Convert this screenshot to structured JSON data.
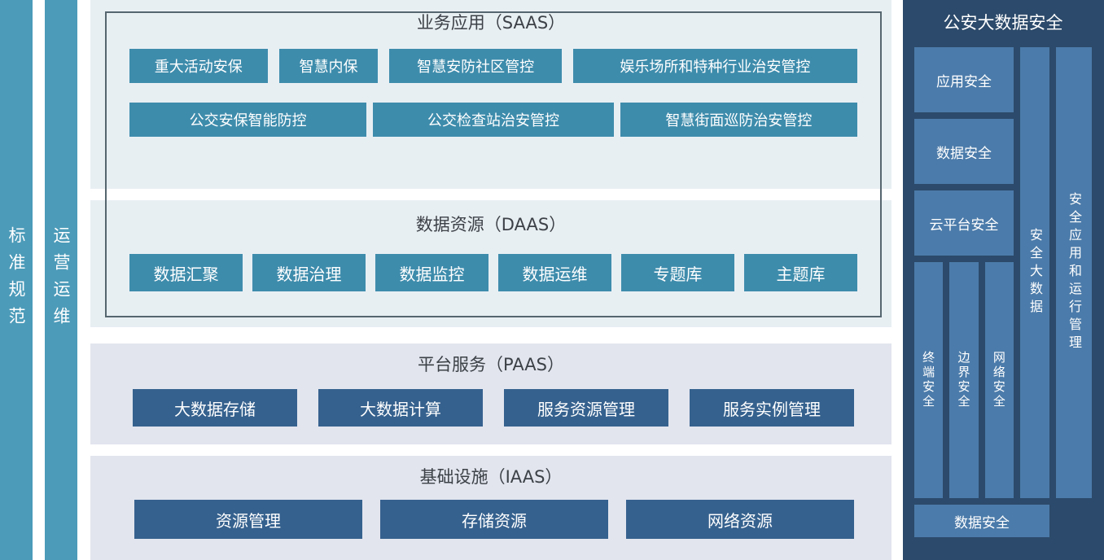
{
  "left_rails": [
    {
      "label": "标准规范"
    },
    {
      "label": "运营运维"
    }
  ],
  "main": {
    "saas": {
      "title": "业务应用（SAAS）",
      "row1": [
        "重大活动安保",
        "智慧内保",
        "智慧安防社区管控",
        "娱乐场所和特种行业治安管控"
      ],
      "row2": [
        "公交安保智能防控",
        "公交检查站治安管控",
        "智慧街面巡防治安管控"
      ]
    },
    "daas": {
      "title": "数据资源（DAAS）",
      "items": [
        "数据汇聚",
        "数据治理",
        "数据监控",
        "数据运维",
        "专题库",
        "主题库"
      ]
    },
    "paas": {
      "title": "平台服务（PAAS）",
      "items": [
        "大数据存储",
        "大数据计算",
        "服务资源管理",
        "服务实例管理"
      ]
    },
    "iaas": {
      "title": "基础设施（IAAS）",
      "items": [
        "资源管理",
        "存储资源",
        "网络资源"
      ]
    }
  },
  "security_panel": {
    "title": "公安大数据安全",
    "stack": [
      "应用安全",
      "数据安全",
      "云平台安全"
    ],
    "pillars": [
      "终端安全",
      "边界安全",
      "网络安全"
    ],
    "column_big_data": "安全大数据",
    "column_app_mgmt": "安全应用和运行管理",
    "bottom": "数据安全"
  },
  "colors": {
    "rail_teal": "#4C9BB9",
    "node_teal": "#3E8CAC",
    "node_steel_blue": "#35618E",
    "light_blue_bg": "#E8EFF3",
    "lavender_bg": "#E2E5EE",
    "navy_panel": "#2C4A6B",
    "security_block_blue": "#4B7BAA",
    "border_dark": "#56666F",
    "title_text": "#3C4147"
  }
}
